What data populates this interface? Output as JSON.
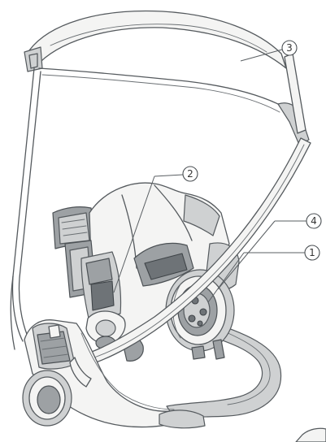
{
  "callouts": [
    {
      "id": "1",
      "label": "1"
    },
    {
      "id": "2",
      "label": "2"
    },
    {
      "id": "3",
      "label": "3"
    },
    {
      "id": "4",
      "label": "4"
    }
  ],
  "colors": {
    "line": "#555a5e",
    "light": "#f4f4f3",
    "mid": "#cfd1d2",
    "dark": "#9da1a4"
  }
}
